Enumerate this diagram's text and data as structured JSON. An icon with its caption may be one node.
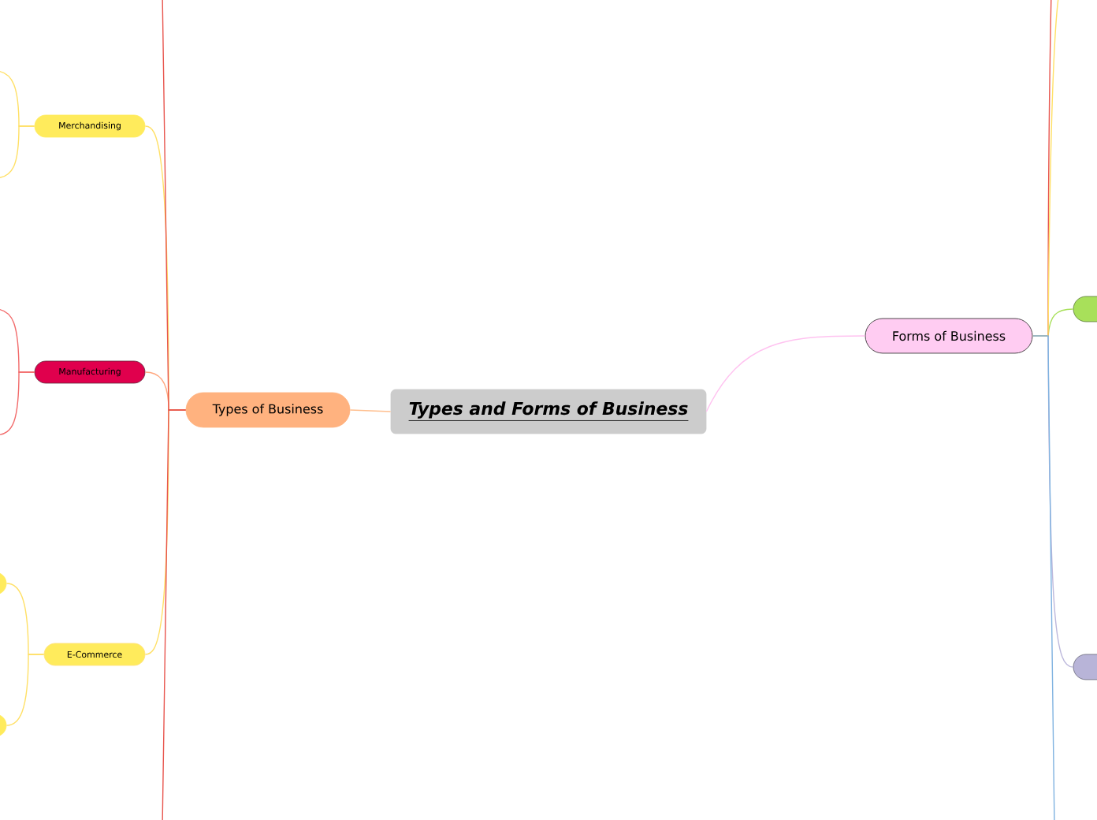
{
  "diagram": {
    "nodes": [
      {
        "text": [
          "Types and Forms of Business"
        ]
      },
      {
        "text": [
          "Types of Business"
        ]
      },
      {
        "text": [
          "Merchandising"
        ]
      },
      {
        "text": [
          "Manufacturing"
        ]
      },
      {
        "text": [
          "E-Commerce"
        ]
      },
      {
        "text": [
          "Forms of Business"
        ]
      },
      {
        "text": [],
        "shape": "box"
      },
      {
        "text": [],
        "shape": "box"
      },
      {
        "text": [],
        "shape": "box"
      },
      {
        "text": [],
        "shape": "box"
      }
    ],
    "edges": [
      {
        "from": 0,
        "to": 1,
        "arrow": "none",
        "color": "#ffbf8f"
      },
      {
        "from": 0,
        "to": 5,
        "arrow": "none",
        "color": "#ffc2f0"
      },
      {
        "from": 1,
        "to": 2,
        "arrow": "none",
        "color": "#ffe066"
      },
      {
        "from": 1,
        "to": 3,
        "arrow": "none",
        "color": "#ffa880"
      },
      {
        "from": 1,
        "to": 4,
        "arrow": "none",
        "color": "#ffe066"
      },
      {
        "from": 1,
        "to": null,
        "arrow": "none",
        "color": "#e8554e"
      },
      {
        "from": 1,
        "to": null,
        "arrow": "none",
        "color": "#e8554e"
      },
      {
        "from": 2,
        "to": null,
        "arrow": "none",
        "color": "#ffe066"
      },
      {
        "from": 2,
        "to": null,
        "arrow": "none",
        "color": "#ffe066"
      },
      {
        "from": 3,
        "to": null,
        "arrow": "none",
        "color": "#f26b6b"
      },
      {
        "from": 3,
        "to": null,
        "arrow": "none",
        "color": "#f26b6b"
      },
      {
        "from": 4,
        "to": 6,
        "arrow": "none",
        "color": "#ffe066"
      },
      {
        "from": 4,
        "to": 7,
        "arrow": "none",
        "color": "#ffe066"
      },
      {
        "from": 5,
        "to": 8,
        "arrow": "none",
        "color": "#a8e05a"
      },
      {
        "from": 5,
        "to": 9,
        "arrow": "none",
        "color": "#bcb8dc"
      },
      {
        "from": 5,
        "to": null,
        "arrow": "none",
        "color": "#e8554e"
      },
      {
        "from": 5,
        "to": null,
        "arrow": "none",
        "color": "#ffe066"
      },
      {
        "from": 5,
        "to": null,
        "arrow": "none",
        "color": "#7fb2e0"
      }
    ]
  }
}
